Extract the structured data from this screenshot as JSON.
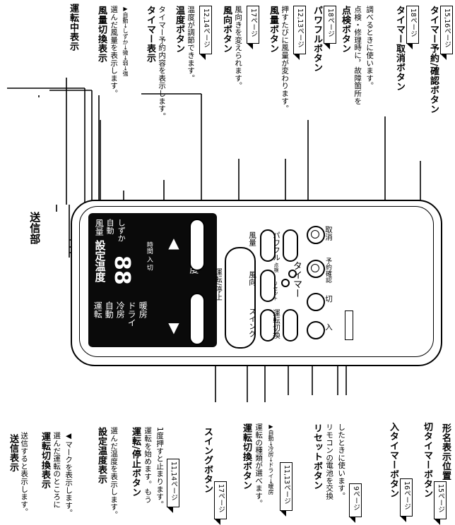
{
  "callouts_left": {
    "soushin": {
      "title": "送信表示",
      "desc": "送信すると表示します。"
    },
    "unten_kirikae_hyouji": {
      "title": "運転切換表示",
      "desc1": "選んだ運転のところに",
      "desc2": "◀マークを表示します。"
    },
    "settei_ondo": {
      "title": "設定温度表示",
      "desc": "選んだ温度を表示します。"
    },
    "unten_teishi": {
      "title": "運転/停止ボタン",
      "desc1": "運転を始めます。もう",
      "desc2": "1度押すと止まります。",
      "ref": "11,14ページ"
    },
    "swing": {
      "title": "スイングボタン",
      "ref": "17ページ"
    },
    "unten_kirikae_button": {
      "title": "運転切換ボタン",
      "desc": "運転の種類が選べます。",
      "seq": "▶自動→冷房→ドライ→暖房",
      "ref": "11,13ページ"
    },
    "reset": {
      "title": "リセットボタン",
      "desc1": "リモコンの電池を交換",
      "desc2": "したときに使います。",
      "ref": "9ページ"
    },
    "iri_timer": {
      "title": "入タイマーボタン",
      "ref": "16ページ"
    },
    "kiri_timer": {
      "title": "切タイマーボタン",
      "ref": "15ページ"
    }
  },
  "callouts_right": {
    "unten_chuu": {
      "title": "運転中表示"
    },
    "fuuryou_kirikae": {
      "title": "風量切換表示",
      "desc": "選んだ風量を表示します。",
      "seq": "▶自動→しずか→微→弱→強"
    },
    "timer_hyouji": {
      "title": "タイマー表示",
      "desc": "タイマー予約内容を表示します。"
    },
    "ondo_button": {
      "title": "温度ボタン",
      "desc": "温度が調節できます。",
      "ref": "12,14ページ"
    },
    "fuukou_button": {
      "title": "風向ボタン",
      "desc": "風向きを変えられます。",
      "ref": "17ページ"
    },
    "fuuryou_button": {
      "title": "風量ボタン",
      "desc": "押すたびに風量が変わります。",
      "ref": "12,13ページ"
    },
    "powerful_button": {
      "title": "パワフルボタン",
      "ref": "18ページ"
    },
    "tenken_button": {
      "title": "点検ボタン",
      "desc1": "点検・修理時に，故障箇所を",
      "desc2": "調べるときに使います。"
    },
    "timer_torikeshi": {
      "title": "タイマー取消ボタン",
      "ref": "18ページ"
    },
    "timer_yoyaku": {
      "title": "タイマー予約/確認ボタン",
      "ref": "15,16ページ"
    }
  },
  "top_labels": {
    "soushinbu": "送信部"
  },
  "bottom_labels": {
    "katamei": "形名表示位置"
  },
  "remote": {
    "lcd_modes": [
      "運転",
      "自動",
      "冷房",
      "ドライ",
      "暖房"
    ],
    "lcd_setting": "設定温度",
    "lcd_digits": "88",
    "lcd_fan_label": "風量",
    "lcd_fan_modes": [
      "自動",
      "しずか"
    ],
    "lcd_timer": "時間 入 切",
    "btn_labels": {
      "ondo": "温度",
      "unten": "運転/停止",
      "fuuryou": "風量",
      "fuukou": "風向",
      "swing": "スイング",
      "powerful": "パワフル",
      "unten_kirikae": "運転切換",
      "reset": "リセット",
      "tenken": "点検",
      "timer": "タイマー",
      "iri": "入",
      "kiri": "切",
      "yoyaku": "予約確認",
      "torikeshi": "取消"
    }
  }
}
